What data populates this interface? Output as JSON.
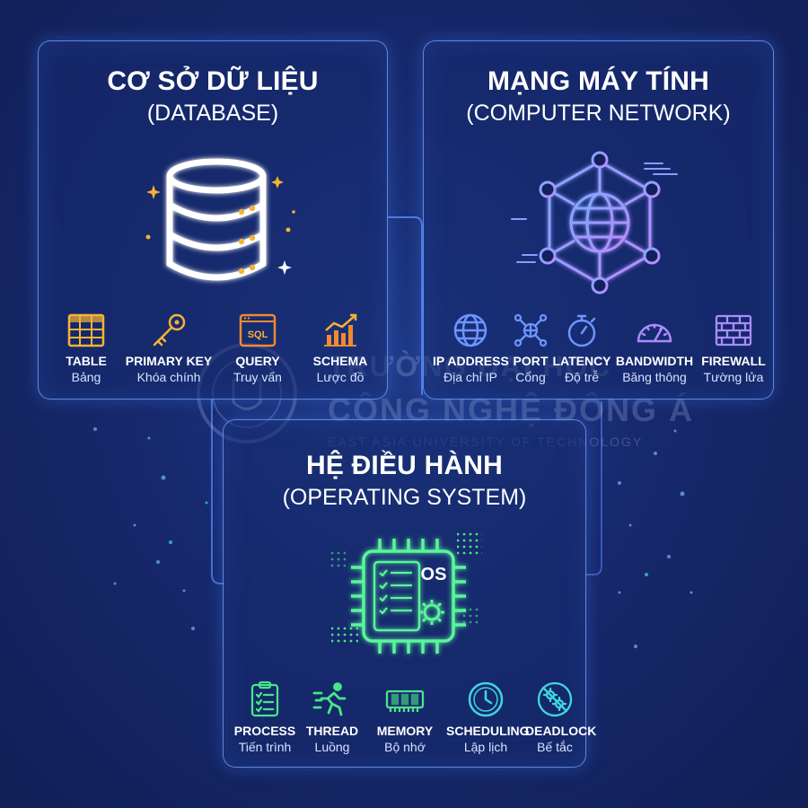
{
  "database": {
    "title": "CƠ SỞ DỮ LIỆU",
    "subtitle": "(DATABASE)",
    "items": [
      {
        "en": "TABLE",
        "vi": "Bảng"
      },
      {
        "en": "PRIMARY KEY",
        "vi": "Khóa chính"
      },
      {
        "en": "QUERY",
        "vi": "Truy vấn"
      },
      {
        "en": "SCHEMA",
        "vi": "Lược đồ"
      }
    ],
    "sql_label": "SQL"
  },
  "network": {
    "title": "MẠNG MÁY TÍNH",
    "subtitle": "(COMPUTER NETWORK)",
    "items": [
      {
        "en": "IP ADDRESS",
        "vi": "Địa chỉ IP"
      },
      {
        "en": "PORT",
        "vi": "Cổng"
      },
      {
        "en": "LATENCY",
        "vi": "Độ trễ"
      },
      {
        "en": "BANDWIDTH",
        "vi": "Băng thông"
      },
      {
        "en": "FIREWALL",
        "vi": "Tường lửa"
      }
    ]
  },
  "os": {
    "title": "HỆ ĐIỀU HÀNH",
    "subtitle": "(OPERATING SYSTEM)",
    "chip_label": "OS",
    "items": [
      {
        "en": "PROCESS",
        "vi": "Tiến trình"
      },
      {
        "en": "THREAD",
        "vi": "Luồng"
      },
      {
        "en": "MEMORY",
        "vi": "Bộ nhớ"
      },
      {
        "en": "SCHEDULING",
        "vi": "Lập lịch"
      },
      {
        "en": "DEADLOCK",
        "vi": "Bế tắc"
      }
    ]
  },
  "watermark": {
    "line1": "TRƯỜNG ĐẠI HỌC",
    "line2": "CÔNG NGHỆ ĐÔNG Á",
    "line3": "EAST ASIA UNIVERSITY OF TECHNOLOGY"
  },
  "colors": {
    "background": "#17296d",
    "panel_border": "#78aaff",
    "database_accent": "#f5b333",
    "network_accent": "#8a9bff",
    "os_accent": "#4be38a"
  }
}
